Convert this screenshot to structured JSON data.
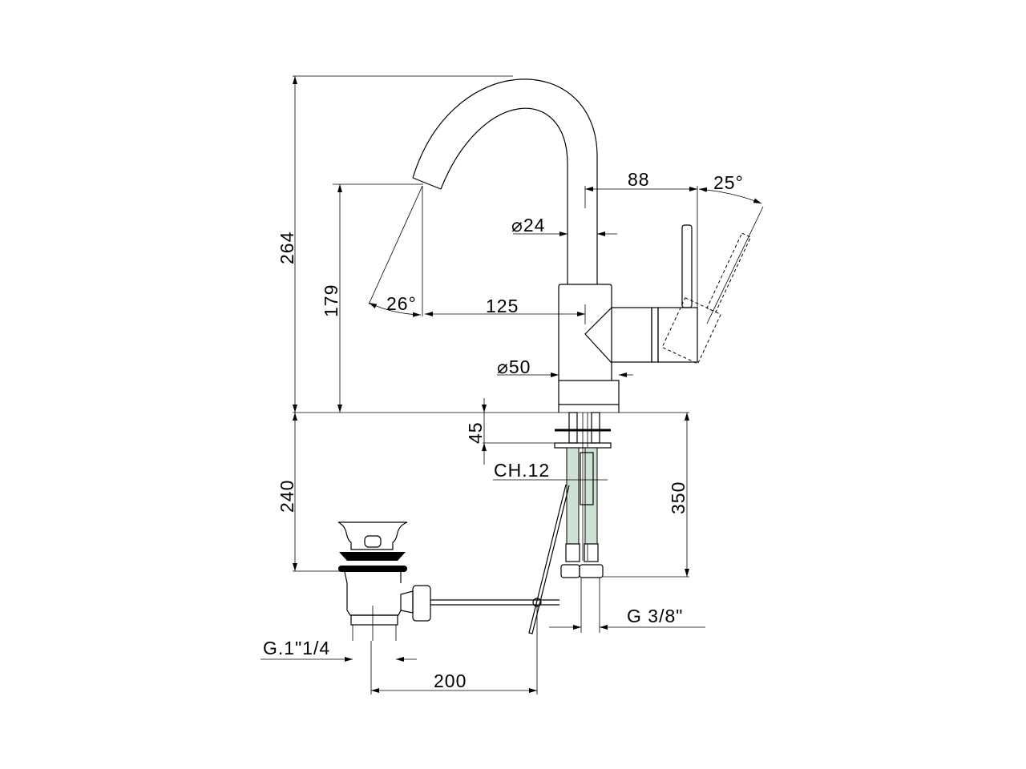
{
  "dimensions": {
    "total_height": "264",
    "spout_height": "179",
    "spout_angle": "26°",
    "spout_reach": "125",
    "spout_diameter": "⌀24",
    "handle_reach": "88",
    "handle_angle": "25°",
    "body_diameter": "⌀50",
    "max_deck_thickness": "45",
    "nut_size": "CH.12",
    "waste_depth": "240",
    "hose_length": "350",
    "hose_thread": "G 3/8\"",
    "waste_thread": "G.1\"1/4",
    "waste_distance": "200"
  },
  "colors": {
    "line": "#000000",
    "hose": "#cfe0d4"
  }
}
